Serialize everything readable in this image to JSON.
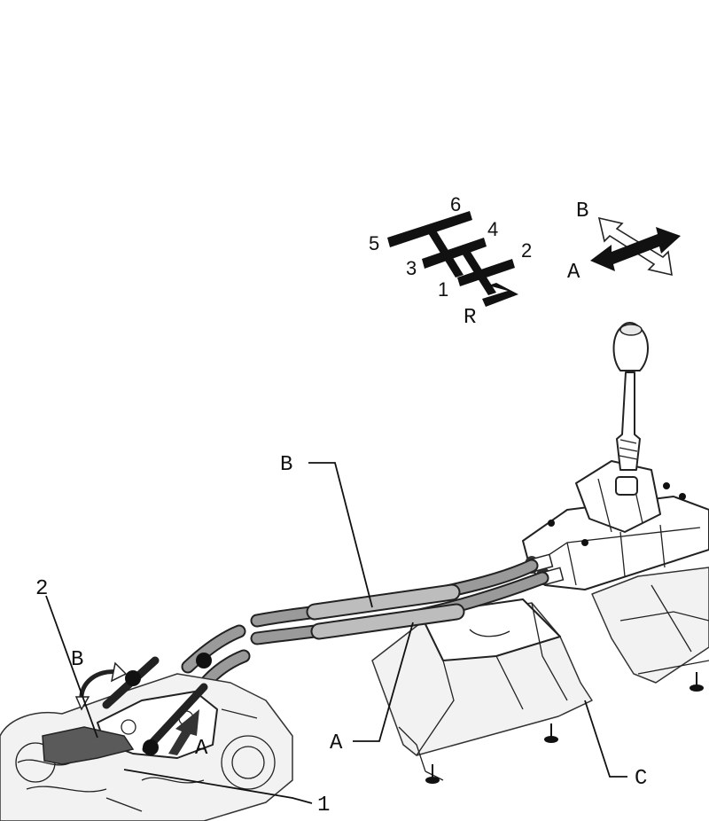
{
  "shift_pattern": {
    "gears": [
      "6",
      "5",
      "4",
      "3",
      "2",
      "1",
      "R"
    ]
  },
  "direction_legend": {
    "label_b": "B",
    "label_a": "A"
  },
  "callouts": {
    "cable_b": "B",
    "cable_a": "A",
    "mount_c": "C",
    "part_2": "2",
    "part_1": "1",
    "lever_b": "B",
    "lever_a": "A"
  },
  "colors": {
    "ink": "#111111",
    "cable_fill": "#9a9a9a",
    "dark_part": "#5a5a5a"
  }
}
